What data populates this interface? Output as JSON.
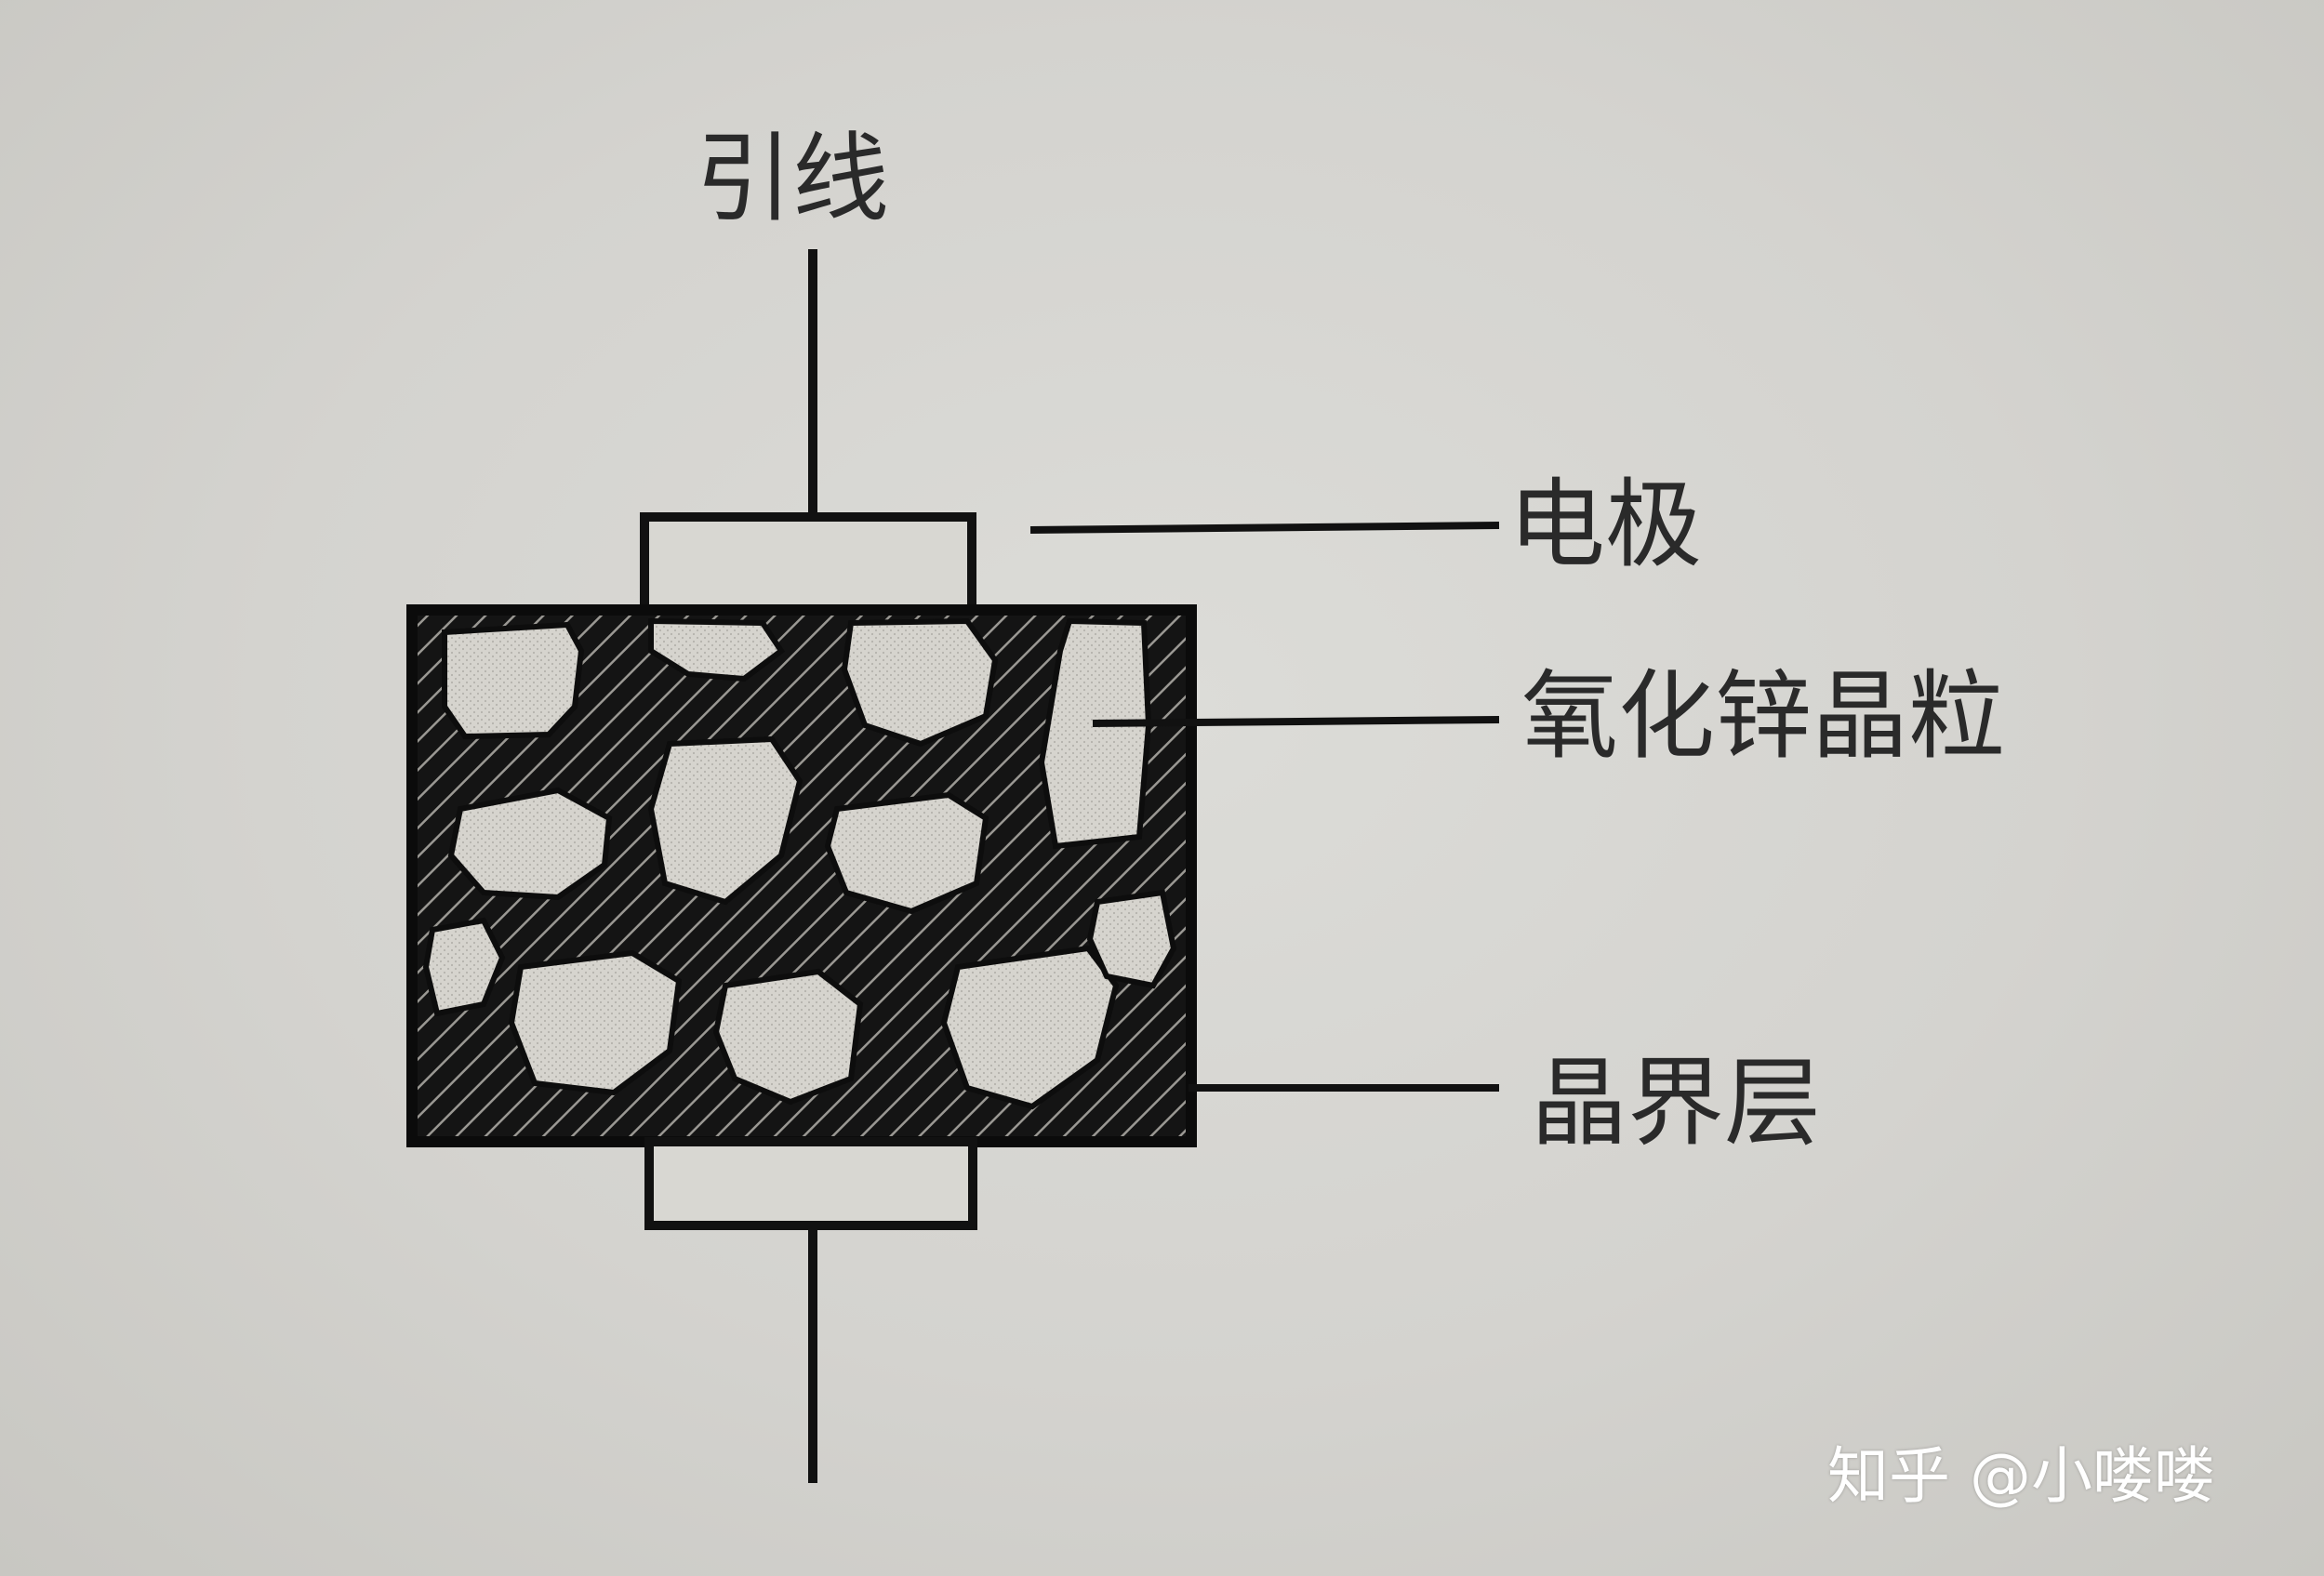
{
  "labels": {
    "lead": "引线",
    "electrode": "电极",
    "zinc_oxide_grain": "氧化锌晶粒",
    "grain_boundary_layer": "晶界层"
  },
  "watermark": "知乎 @小喽喽",
  "colors": {
    "background": "#d4d3cf",
    "line": "#111111",
    "grain_fill": "#d8d6d0",
    "boundary_fill": "#151515",
    "text": "#2a2a2a",
    "watermark": "#ffffff"
  }
}
